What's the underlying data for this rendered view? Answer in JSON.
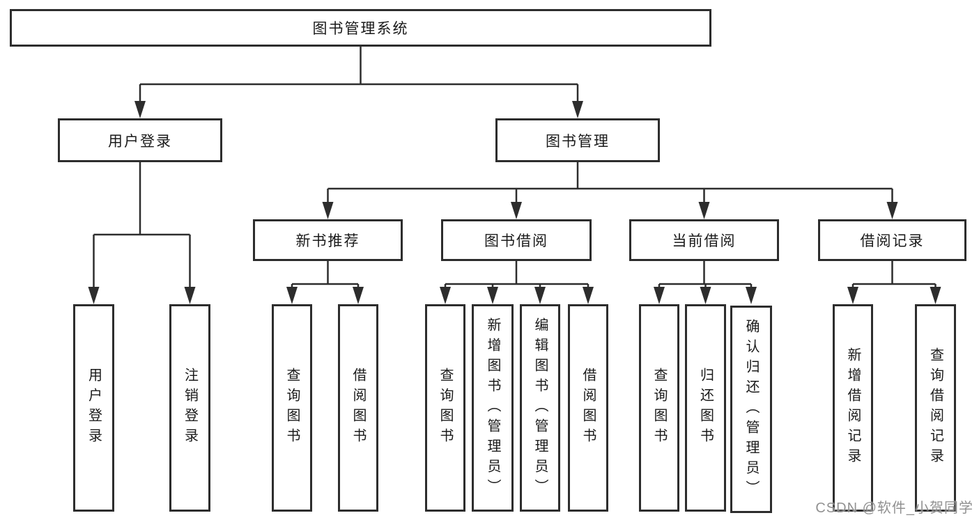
{
  "diagram_title": "图书管理系统",
  "watermark": "CSDN @软件_小贺同学",
  "colors": {
    "line": "#2d2d2d",
    "border": "#2d2d2d",
    "text": "#1a1a1a",
    "watermark": "#888888",
    "background": "#ffffff"
  },
  "nodes": {
    "root": "图书管理系统",
    "user_login": "用户登录",
    "book_management": "图书管理",
    "new_book_recommend": "新书推荐",
    "book_borrowing": "图书借阅",
    "current_borrowing": "当前借阅",
    "borrowing_records": "借阅记录",
    "leaf_user_login": "用户登录",
    "leaf_logout": "注销登录",
    "leaf_query_books_recommend": "查询图书",
    "leaf_borrow_books_recommend": "借阅图书",
    "leaf_query_books_borrowing": "查询图书",
    "leaf_add_book_admin": "新增图书（管理员）",
    "leaf_edit_book_admin": "编辑图书（管理员）",
    "leaf_borrow_books_borrowing": "借阅图书",
    "leaf_query_books_current": "查询图书",
    "leaf_return_books": "归还图书",
    "leaf_confirm_return_admin": "确认归还（管理员）",
    "leaf_add_borrow_record": "新增借阅记录",
    "leaf_query_borrow_record": "查询借阅记录"
  },
  "hierarchy": {
    "图书管理系统": {
      "用户登录": [
        "用户登录",
        "注销登录"
      ],
      "图书管理": {
        "新书推荐": [
          "查询图书",
          "借阅图书"
        ],
        "图书借阅": [
          "查询图书",
          "新增图书（管理员）",
          "编辑图书（管理员）",
          "借阅图书"
        ],
        "当前借阅": [
          "查询图书",
          "归还图书",
          "确认归还（管理员）"
        ],
        "借阅记录": [
          "新增借阅记录",
          "查询借阅记录"
        ]
      }
    }
  }
}
